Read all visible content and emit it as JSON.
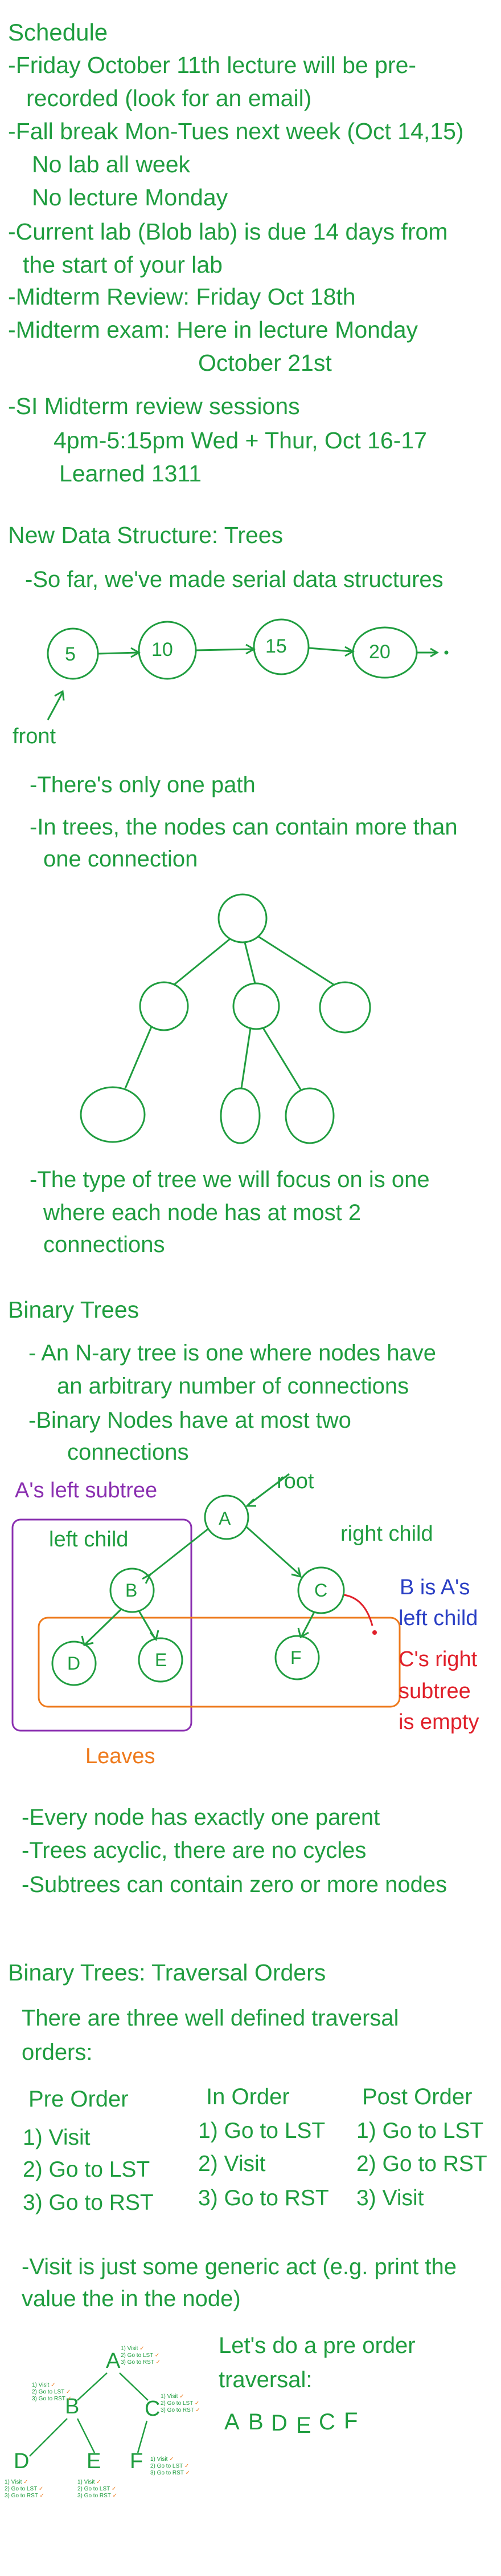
{
  "schedule": {
    "lines": [
      "Schedule",
      "-Friday October 11th lecture will be pre-",
      "recorded (look for an email)",
      "-Fall break Mon-Tues next week (Oct 14,15)",
      "No lab all week",
      "No lecture Monday",
      "-Current lab (Blob lab) is due 14 days from",
      "the start of your lab",
      "-Midterm Review: Friday Oct 18th",
      "-Midterm exam: Here in lecture Monday",
      "October 21st",
      "-SI Midterm review sessions",
      "4pm-5:15pm Wed + Thur, Oct 16-17",
      "Learned 1311"
    ]
  },
  "trees_intro": {
    "heading": "New Data Structure: Trees",
    "serial_note": "-So far, we've made serial data structures",
    "nodes": [
      "5",
      "10",
      "15",
      "20"
    ],
    "front_label": "front",
    "bullets": [
      "-There's only one path",
      "-In trees, the nodes can contain more than",
      "one connection"
    ],
    "focus_note": [
      "-The type of tree we will focus on is one",
      "where each node has at most 2",
      "connections"
    ]
  },
  "binary_trees": {
    "heading": "Binary Trees",
    "bullets": [
      "- An N-ary tree is one where nodes have",
      "an arbitrary number of connections",
      "-Binary Nodes have at most two",
      "connections"
    ],
    "diagram": {
      "left_subtree_label": "A's left subtree",
      "root_label": "root",
      "left_child_label": "left child",
      "right_child_label": "right child",
      "b_note": [
        "B is A's",
        "left child"
      ],
      "c_note": [
        "C's right",
        "subtree",
        "is empty"
      ],
      "leaves_label": "Leaves",
      "nodes": [
        "A",
        "B",
        "C",
        "D",
        "E",
        "F"
      ]
    },
    "facts": [
      "-Every node has exactly one parent",
      "-Trees acyclic, there are no cycles",
      "-Subtrees can contain zero or more nodes"
    ]
  },
  "traversal": {
    "heading": "Binary Trees: Traversal Orders",
    "intro": [
      "There are three well defined traversal",
      "orders:"
    ],
    "columns": [
      {
        "title": "Pre Order",
        "steps": [
          "1) Visit",
          "2) Go to LST",
          "3) Go to RST"
        ]
      },
      {
        "title": "In Order",
        "steps": [
          "1) Go to LST",
          "2) Visit",
          "3) Go to RST"
        ]
      },
      {
        "title": "Post Order",
        "steps": [
          "1) Go to LST",
          "2) Go to RST",
          "3) Visit"
        ]
      }
    ],
    "visit_note": [
      "-Visit is just some generic act (e.g. print the",
      "value the in the node)"
    ],
    "lets_do": [
      "Let's do a pre order",
      "traversal:"
    ],
    "result": [
      "A",
      "B",
      "D",
      "E",
      "C",
      "F"
    ],
    "mini_nodes": [
      "A",
      "B",
      "C",
      "D",
      "E",
      "F"
    ],
    "mini_steps": [
      "1) Visit",
      "2) Go to LST",
      "3) Go to RST"
    ],
    "check_mark": "✓"
  },
  "colors": {
    "ink_green": "#1f9d3f",
    "blue": "#2a3fc4",
    "red": "#e0202a",
    "purple": "#8a2fb0",
    "orange": "#ee7a1c"
  }
}
